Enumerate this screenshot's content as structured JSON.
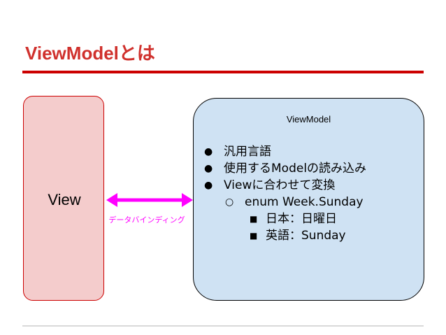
{
  "slide": {
    "title": "ViewModelとは"
  },
  "view_box": {
    "label": "View"
  },
  "viewmodel_box": {
    "title": "ViewModel",
    "items": [
      {
        "bullet": "●",
        "text": "汎用言語"
      },
      {
        "bullet": "●",
        "text": "使用するModelの読み込み"
      },
      {
        "bullet": "●",
        "text": "Viewに合わせて変換"
      },
      {
        "bullet": "○",
        "text": "enum Week.Sunday"
      },
      {
        "bullet": "■",
        "text": "日本：日曜日"
      },
      {
        "bullet": "■",
        "text": "英語：Sunday"
      }
    ]
  },
  "connector": {
    "label": "データバインディング",
    "color": "#ff00ff"
  },
  "colors": {
    "title": "#d0312d",
    "rule": "#cc0000",
    "view_fill": "#f4cccc",
    "viewmodel_fill": "#cfe2f3"
  }
}
